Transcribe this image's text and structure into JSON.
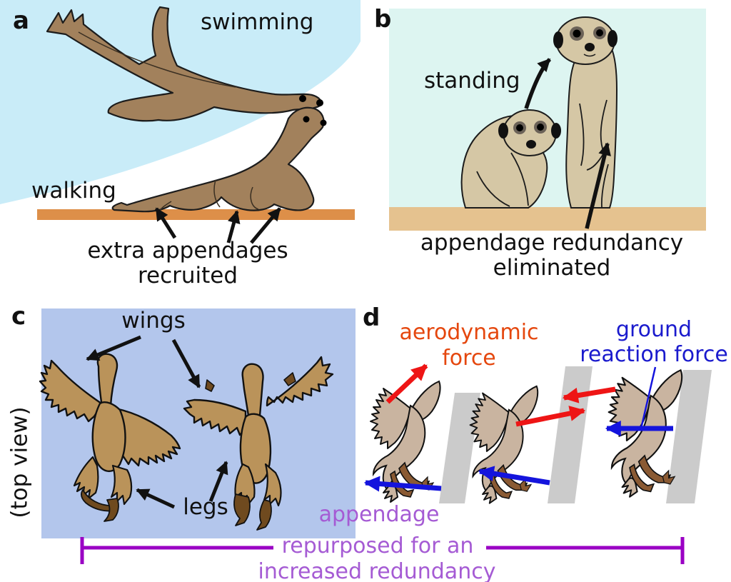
{
  "figure": {
    "title": "appendage repurposing figure",
    "panels": {
      "a": {
        "letter": "a",
        "water_label": "swimming",
        "ground_label": "walking",
        "caption_line1": "extra appendages",
        "caption_line2": "recruited",
        "animal": "sea lion"
      },
      "b": {
        "letter": "b",
        "action_label": "standing",
        "caption_line1": "appendage redundancy",
        "caption_line2": "eliminated",
        "animal": "meerkat"
      },
      "c": {
        "letter": "c",
        "wings_label": "wings",
        "view_label": "(top view)",
        "legs_label": "legs",
        "animal": "bird chick"
      },
      "d": {
        "letter": "d",
        "aero_label_line1": "aerodynamic",
        "aero_label_line2": "force",
        "grf_label_line1": "ground",
        "grf_label_line2": "reaction force",
        "animal": "bird climbing incline"
      }
    },
    "bottom_caption": {
      "line1": "appendage",
      "line2": "repurposed for an",
      "line3": "increased redundancy"
    }
  },
  "colors": {
    "water": "#c9ecf8",
    "panel_b_background": "#ddf5f1",
    "panel_c_background": "#b3c6ec",
    "ground_a": "#dd8f49",
    "ground_b": "#e5c28f",
    "sea_lion": "#a2815c",
    "meerkat": "#d5c7a5",
    "bird_top_view": "#ba935a",
    "bird_side_view": "#c9b4a0",
    "claw_dark": "#6f4a1f",
    "incline_slab": "#cbcbcb",
    "force_arrow_red": "#ee1515",
    "force_arrow_blue": "#1414dd",
    "label_orange": "#e5470e",
    "label_blue": "#1a1acd",
    "purple_text": "#a55bd4",
    "purple_bracket": "#9a00c4",
    "text_black": "#111111"
  }
}
